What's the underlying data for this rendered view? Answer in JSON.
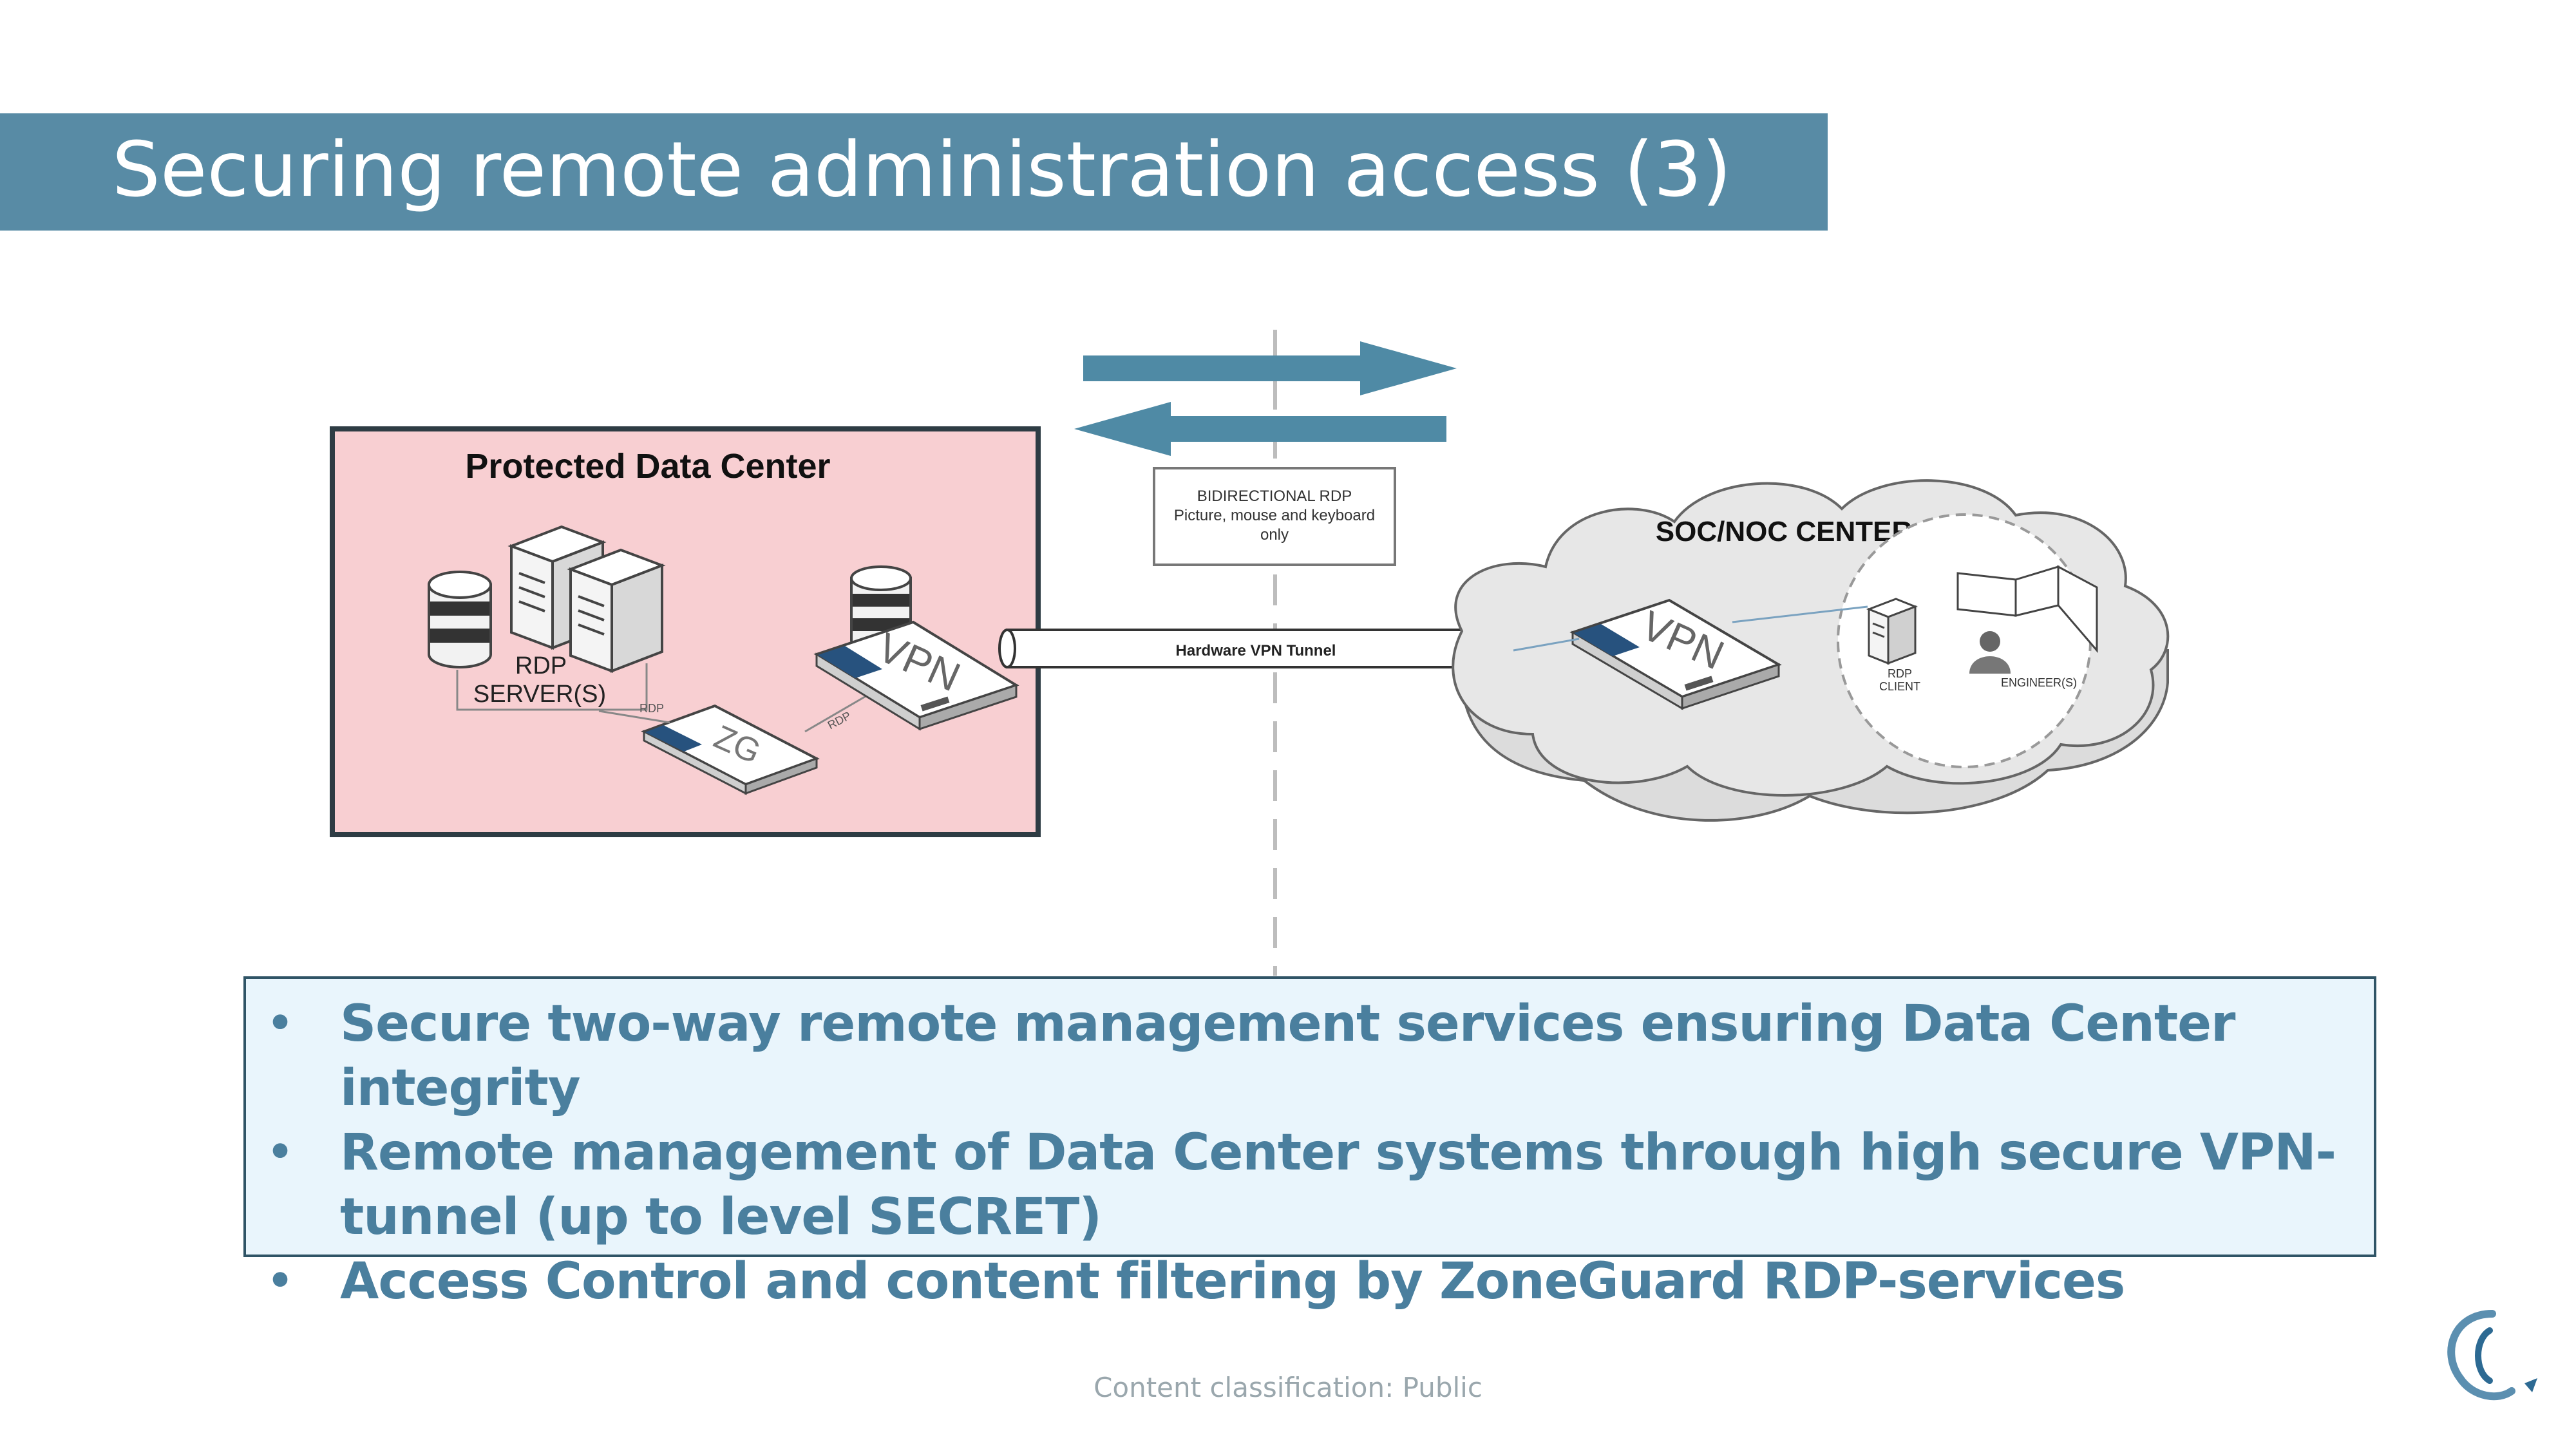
{
  "title": "Securing remote administration access  (3)",
  "diagram": {
    "data_center_label": "Protected Data Center",
    "rdp_servers_label_line1": "RDP",
    "rdp_servers_label_line2": "SERVER(S)",
    "zg_label": "ZG",
    "vpn_label_left": "VPN",
    "vpn_label_right": "VPN",
    "rdp_link_label_1": "RDP",
    "rdp_link_label_2": "RDP",
    "tunnel_label": "Hardware VPN Tunnel",
    "bidir_line1": "BIDIRECTIONAL RDP",
    "bidir_line2": "Picture, mouse and keyboard",
    "bidir_line3": "only",
    "soc_label": "SOC/NOC CENTER",
    "rdp_client_line1": "RDP",
    "rdp_client_line2": "CLIENT",
    "engineers_label": "ENGINEER(S)"
  },
  "bullets": [
    "Secure two-way remote management services ensuring Data Center integrity",
    "Remote management of Data Center systems through high secure VPN-tunnel (up to level SECRET)",
    "Access Control and content filtering by ZoneGuard RDP-services"
  ],
  "bullet_symbol": "•",
  "footer": "Content classification: Public",
  "colors": {
    "title_bar": "#588ba5",
    "bullet_text": "#4a7f9e",
    "bullet_box_bg": "#e9f5fc",
    "data_center_bg": "#f8cfd2",
    "arrows": "#4f8aa5"
  }
}
